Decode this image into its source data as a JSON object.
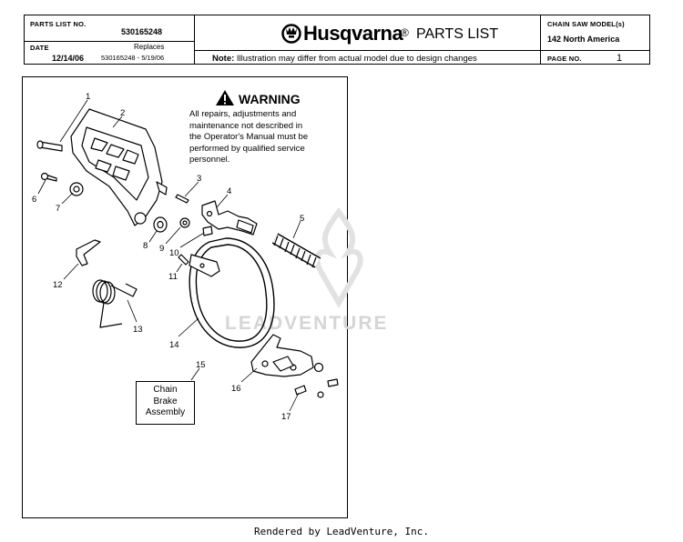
{
  "header": {
    "parts_list_no_label": "PARTS LIST NO.",
    "parts_list_no": "530165248",
    "date_label": "DATE",
    "date": "12/14/06",
    "replaces_label": "Replaces",
    "replaces_value": "530165248 - 5/19/06",
    "brand": "Husqvarna",
    "registered": "®",
    "title": "PARTS LIST",
    "note_label": "Note:",
    "note_text": "Illustration may differ from actual model due to design changes",
    "model_label": "CHAIN SAW MODEL(s)",
    "model_value": "142 North America",
    "page_label": "PAGE  NO.",
    "page_value": "1"
  },
  "warning": {
    "title": "WARNING",
    "lines": [
      "All repairs, adjustments and",
      "maintenance not described in",
      "the Operator's Manual must be",
      "performed by qualified service",
      "personnel."
    ]
  },
  "assembly_box": [
    "Chain",
    "Brake",
    "Assembly"
  ],
  "callouts": [
    "1",
    "2",
    "3",
    "4",
    "5",
    "6",
    "7",
    "8",
    "9",
    "10",
    "11",
    "12",
    "13",
    "14",
    "15",
    "16",
    "17"
  ],
  "watermark": "LEADVENTURE",
  "footer": "Rendered by LeadVenture, Inc."
}
